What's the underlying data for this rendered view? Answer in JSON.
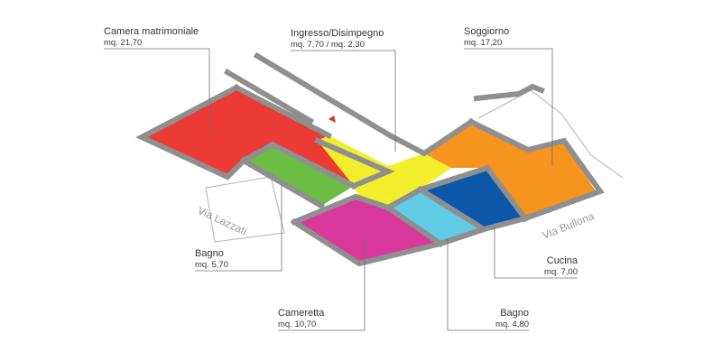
{
  "rooms": [
    {
      "name": "Camera matrimoniale",
      "area": "mq. 21,70",
      "color": "#ec3a35"
    },
    {
      "name": "Ingresso/Disimpegno",
      "area": "mq. 7,70 / mq. 2,30",
      "color": "#f2ee2b"
    },
    {
      "name": "Soggiorno",
      "area": "mq. 17,20",
      "color": "#f6941f"
    },
    {
      "name": "Bagno",
      "area": "mq. 5,70",
      "color": "#6bbd44"
    },
    {
      "name": "Cameretta",
      "area": "mq. 10,70",
      "color": "#d9399a"
    },
    {
      "name": "Bagno",
      "area": "mq. 4,80",
      "color": "#62cbe6"
    },
    {
      "name": "Cucina",
      "area": "mq. 7,00",
      "color": "#0d57a8"
    }
  ],
  "streets": {
    "lazzati": "Via Lazzati",
    "bullona": "Via Bullona"
  },
  "colors": {
    "wall": "#8f8f8f",
    "leader": "#707070",
    "entrance_marker": "#d0303a"
  }
}
